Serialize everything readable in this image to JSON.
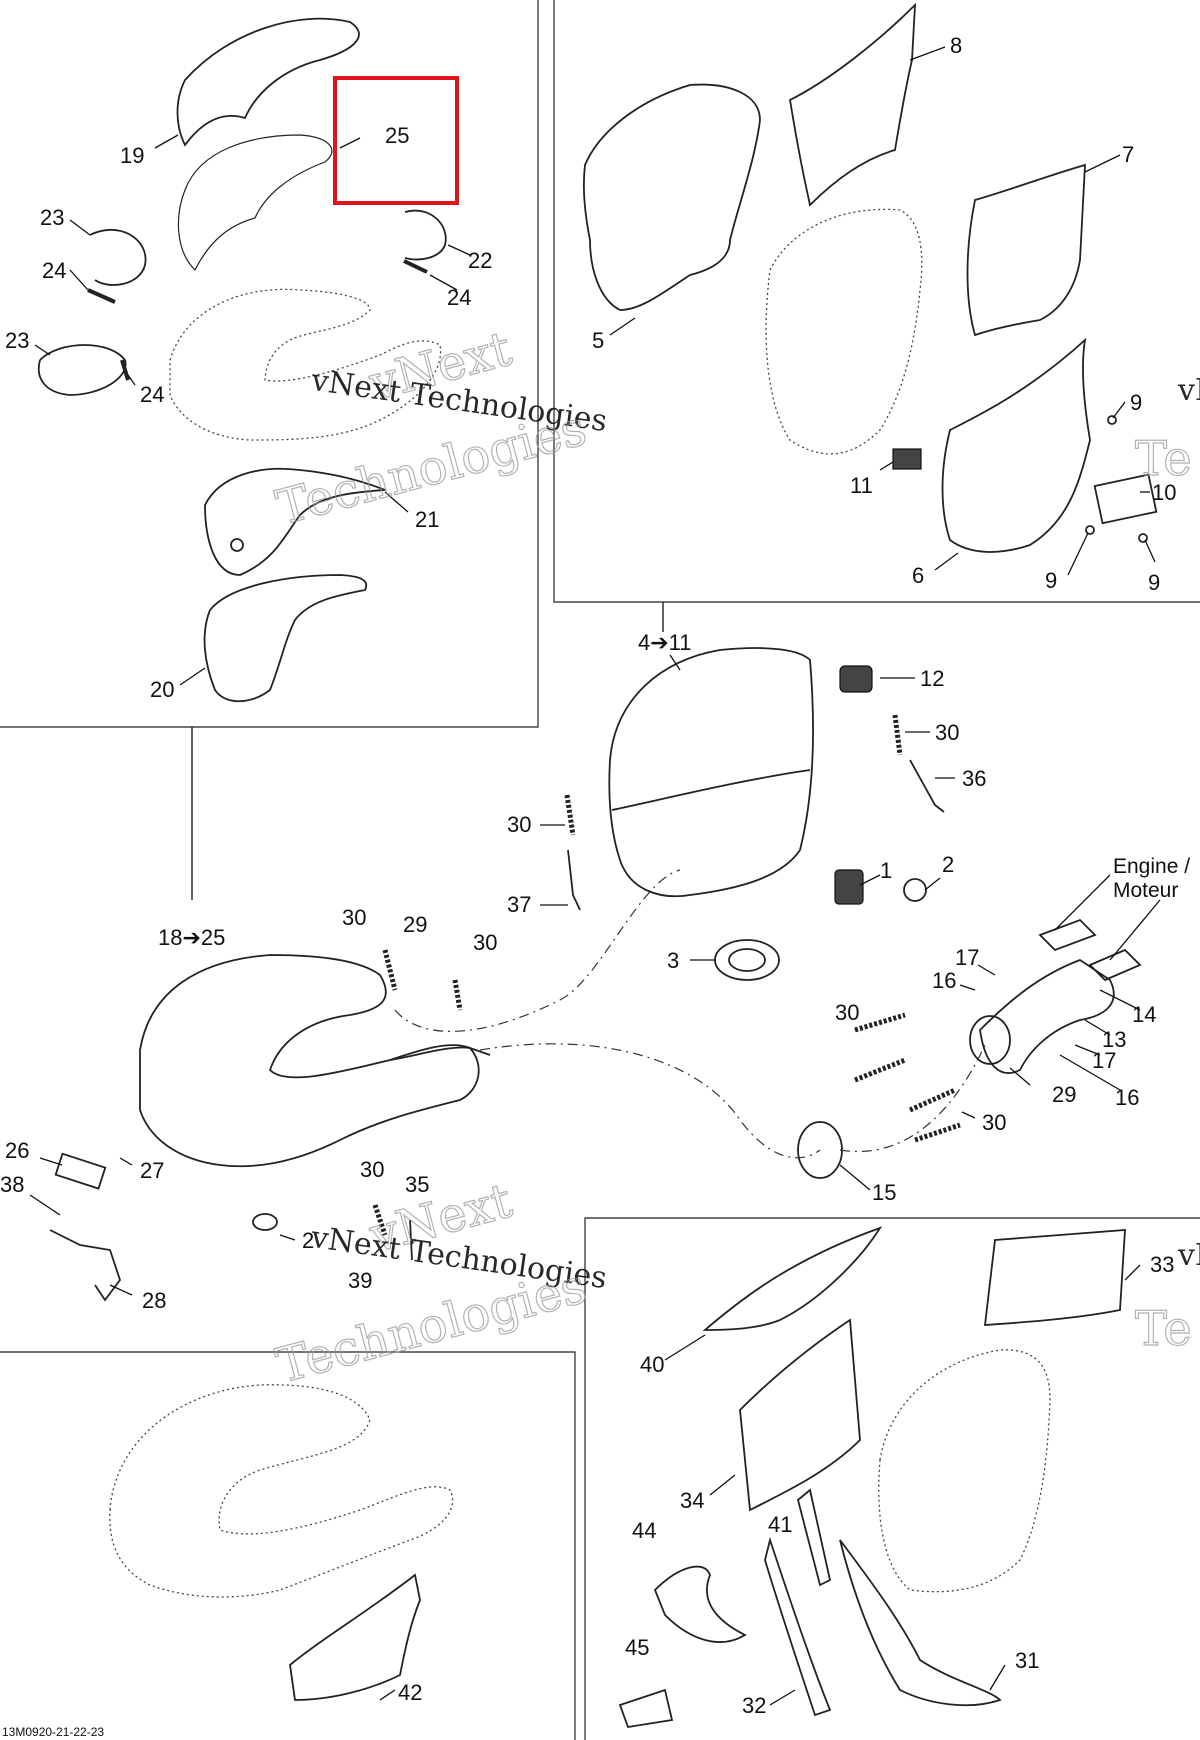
{
  "labels": {
    "l19": "19",
    "l25": "25",
    "l23a": "23",
    "l22": "22",
    "l24a": "24",
    "l24b": "24",
    "l23b": "23",
    "l24c": "24",
    "l21": "21",
    "l20": "20",
    "l8": "8",
    "l7": "7",
    "l5": "5",
    "l9a": "9",
    "l11a": "11",
    "l10": "10",
    "l6": "6",
    "l9b": "9",
    "l9c": "9",
    "l4_11": "4➔11",
    "l12": "12",
    "l30a": "30",
    "l36": "36",
    "l30b": "30",
    "l1": "1",
    "l2a": "2",
    "l37": "37",
    "l3": "3",
    "l18_25": "18➔25",
    "l30c": "30",
    "l29a": "29",
    "l30d": "30",
    "l17a": "17",
    "l16a": "16",
    "l14": "14",
    "l13": "13",
    "l17b": "17",
    "l29b": "29",
    "l16b": "16",
    "l30e": "30",
    "l30f": "30",
    "l15": "15",
    "l26": "26",
    "l27": "27",
    "l38": "38",
    "l2b": "2",
    "l28": "28",
    "l30g": "30",
    "l35": "35",
    "l39": "39",
    "l33": "33",
    "l40": "40",
    "l34": "34",
    "l41": "41",
    "l44": "44",
    "l31": "31",
    "l45": "45",
    "l32": "32",
    "l42": "42"
  },
  "engine_label_line1": "Engine /",
  "engine_label_line2": "Moteur",
  "footer_code": "13M0920-21-22-23",
  "watermark": {
    "line1": "vNext",
    "line2": "vNext Technologies",
    "line3": "Technologies",
    "edge_a": "vN",
    "edge_b": "Te"
  },
  "highlight": {
    "target_label": "25",
    "color": "#e1141b"
  },
  "colors": {
    "ink": "#111111",
    "highlight": "#e1141b",
    "watermark": "#999999"
  }
}
